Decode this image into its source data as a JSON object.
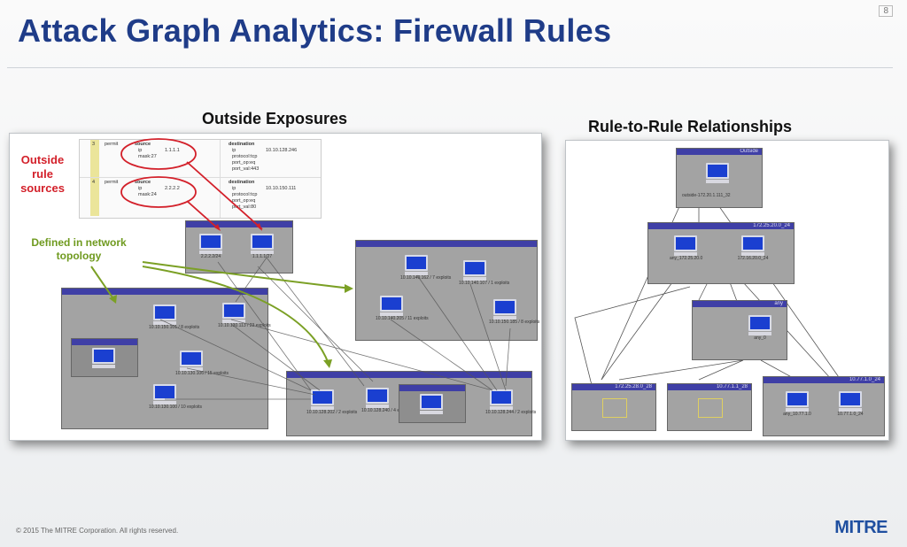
{
  "slide": {
    "title": "Attack Graph Analytics: Firewall Rules",
    "page_number": "8",
    "footer": "© 2015 The MITRE Corporation. All rights reserved.",
    "logo": "MITRE"
  },
  "left": {
    "title": "Outside Exposures",
    "label_sources": "Outside rule sources",
    "label_topology": "Defined in network topology",
    "table": {
      "rows": [
        {
          "num": "3",
          "action": "permit",
          "src_ip": "1.1.1.1",
          "src_mask": "mask:27",
          "dst_ip": "10.10.128.246",
          "protocol": "protocol:tcp",
          "port_op": "port_op:eq",
          "port_val": "port_val:443"
        },
        {
          "num": "4",
          "action": "permit",
          "src_ip": "2.2.2.2",
          "src_mask": "mask:24",
          "dst_ip": "10.10.150.111",
          "protocol": "protocol:tcp",
          "port_op": "port_op:eq",
          "port_val": "port_val:80"
        }
      ],
      "src_head": "source",
      "dst_head": "destination",
      "ip_key": "ip"
    },
    "nodes": {
      "top_a": "2.2.2.2/24",
      "top_b": "1.1.1.1/27",
      "n1": "10.10.140.162 / 7 exploits",
      "n2": "10.10.140.107 / 1 exploits",
      "n3": "10.10.140.205 / 11 exploits",
      "n4": "10.10.150.185 / 8 exploits",
      "n5": "10.10.150.101 / 8 exploits",
      "n6": "10.10.130.113 / 23 exploits",
      "n7": "10.10.130.106 / 15 exploits",
      "n8": "10.10.130.100 / 10 exploits",
      "n9": "10.10.128.202 / 2 exploits",
      "n10": "10.10.128.240 / 4 exploits",
      "n11": "10.10.128.244 / 2 exploits"
    }
  },
  "right": {
    "title": "Rule-to-Rule Relationships",
    "boxes": {
      "outside": "Outside",
      "outside_node": "outside-172.20.1.111_32",
      "mid": "172.25.20.0_24",
      "mid_a": "any_172.25.20.0",
      "mid_b": "172.16.20.0_24",
      "any": "any",
      "any_node": "any_0",
      "b1": "172.25.28.0_28",
      "b2": "10.77.1.1_28",
      "b3": "10.77.1.0_24",
      "b3_a": "any_10.77.1.0",
      "b3_b": "10.77.1.0_24"
    }
  },
  "colors": {
    "title": "#1f3c88",
    "red": "#d3202a",
    "green": "#6f9a1f",
    "box_header": "#3f3fa6"
  }
}
